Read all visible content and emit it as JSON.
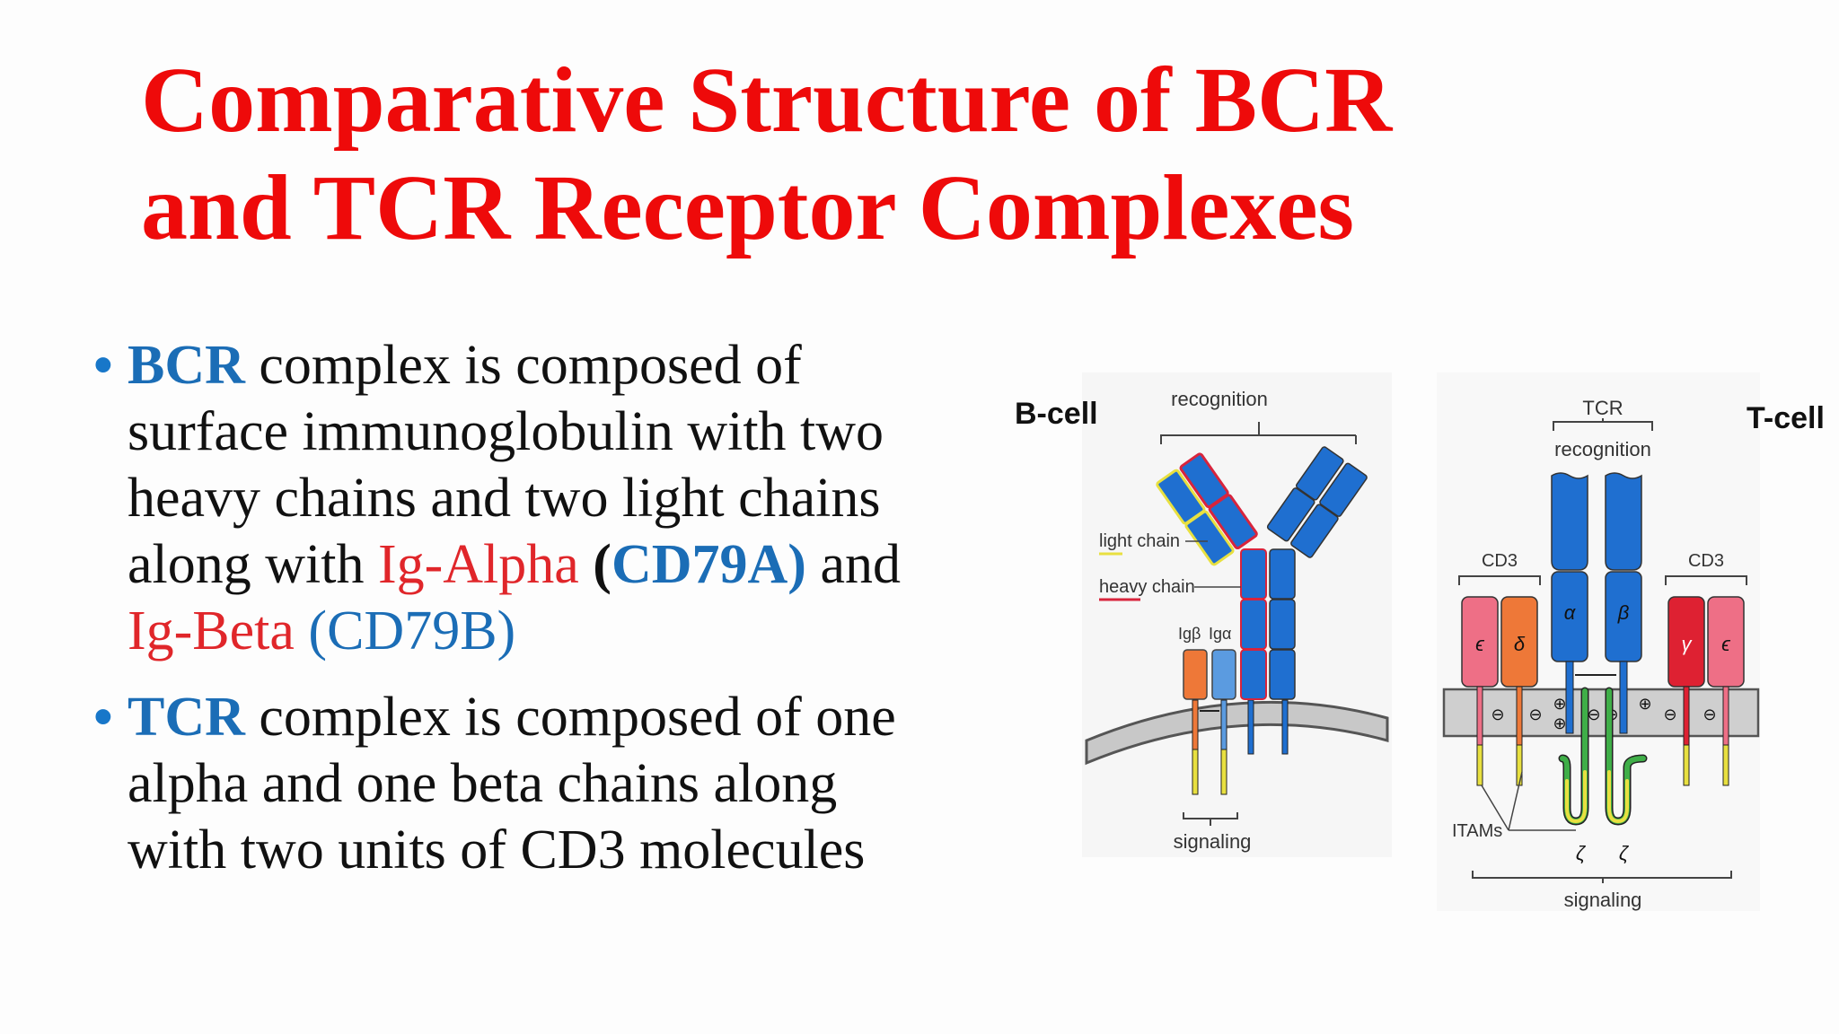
{
  "title": {
    "line1": "Comparative Structure of BCR",
    "line2": "and TCR Receptor Complexes"
  },
  "bullets": {
    "bcr": {
      "keyword": "BCR",
      "line1_rest": " complex is composed of",
      "line2": "surface immunoglobulin with two",
      "line3": "heavy chains and two light chains",
      "line4_prefix": "along with ",
      "ig_alpha": "Ig-Alpha",
      "paren_open": " (",
      "cd79a": "CD79A)",
      "and": " and",
      "ig_beta": "Ig-Beta",
      "cd79b": " (CD79B)"
    },
    "tcr": {
      "keyword": "TCR",
      "line1_rest": " complex is composed of one",
      "line2": "alpha and one beta chains along",
      "line3": "with two units of CD3 molecules"
    }
  },
  "diagram": {
    "bcell": {
      "heading": "B-cell",
      "recognition": "recognition",
      "light_chain": "light chain",
      "heavy_chain": "heavy chain",
      "ig_beta": "Igβ",
      "ig_alpha": "Igα",
      "signaling": "signaling"
    },
    "tcell": {
      "heading": "T-cell",
      "tcr": "TCR",
      "recognition": "recognition",
      "cd3_left": "CD3",
      "cd3_right": "CD3",
      "alpha": "α",
      "beta": "β",
      "epsilon_left": "ϵ",
      "delta": "δ",
      "gamma": "γ",
      "epsilon_right": "ϵ",
      "itams": "ITAMs",
      "zeta_left": "ζ",
      "zeta_right": "ζ",
      "signaling": "signaling",
      "minus": "⊖",
      "plus": "⊕"
    },
    "colors": {
      "ig_blue": "#1f6fd0",
      "red_outline": "#d8243c",
      "yellow_outline": "#e8e040",
      "ig_beta_orange": "#ee7838",
      "ig_alpha_lightblue": "#5b9be0",
      "cd3_pink": "#ee6f86",
      "cd3_red": "#de2132",
      "zeta_green": "#3fae48",
      "membrane_gray": "#cfcfcf"
    }
  }
}
